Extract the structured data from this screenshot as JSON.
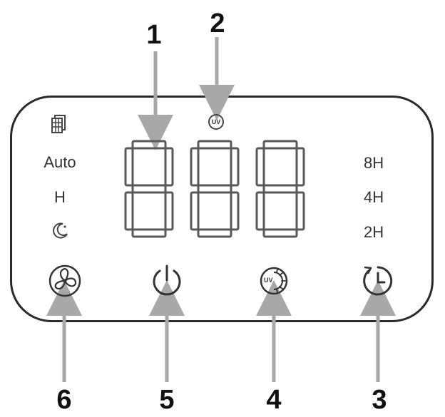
{
  "callouts": {
    "c1": "1",
    "c2": "2",
    "c3": "3",
    "c4": "4",
    "c5": "5",
    "c6": "6"
  },
  "left_indicators": {
    "auto": "Auto",
    "high": "H"
  },
  "right_indicators": {
    "h8": "8H",
    "h4": "4H",
    "h2": "2H"
  },
  "uv_indicator": "UV",
  "uv_button_text": "UV",
  "icons": {
    "filter": "filter-icon",
    "sleep": "moon-sleep-icon",
    "fan": "fan-icon",
    "power": "power-icon",
    "uv_light": "uv-light-icon",
    "timer": "timer-icon"
  },
  "colors": {
    "segment": "#585858",
    "arrow": "#a8a8a8",
    "outline": "#2a2a2a"
  }
}
